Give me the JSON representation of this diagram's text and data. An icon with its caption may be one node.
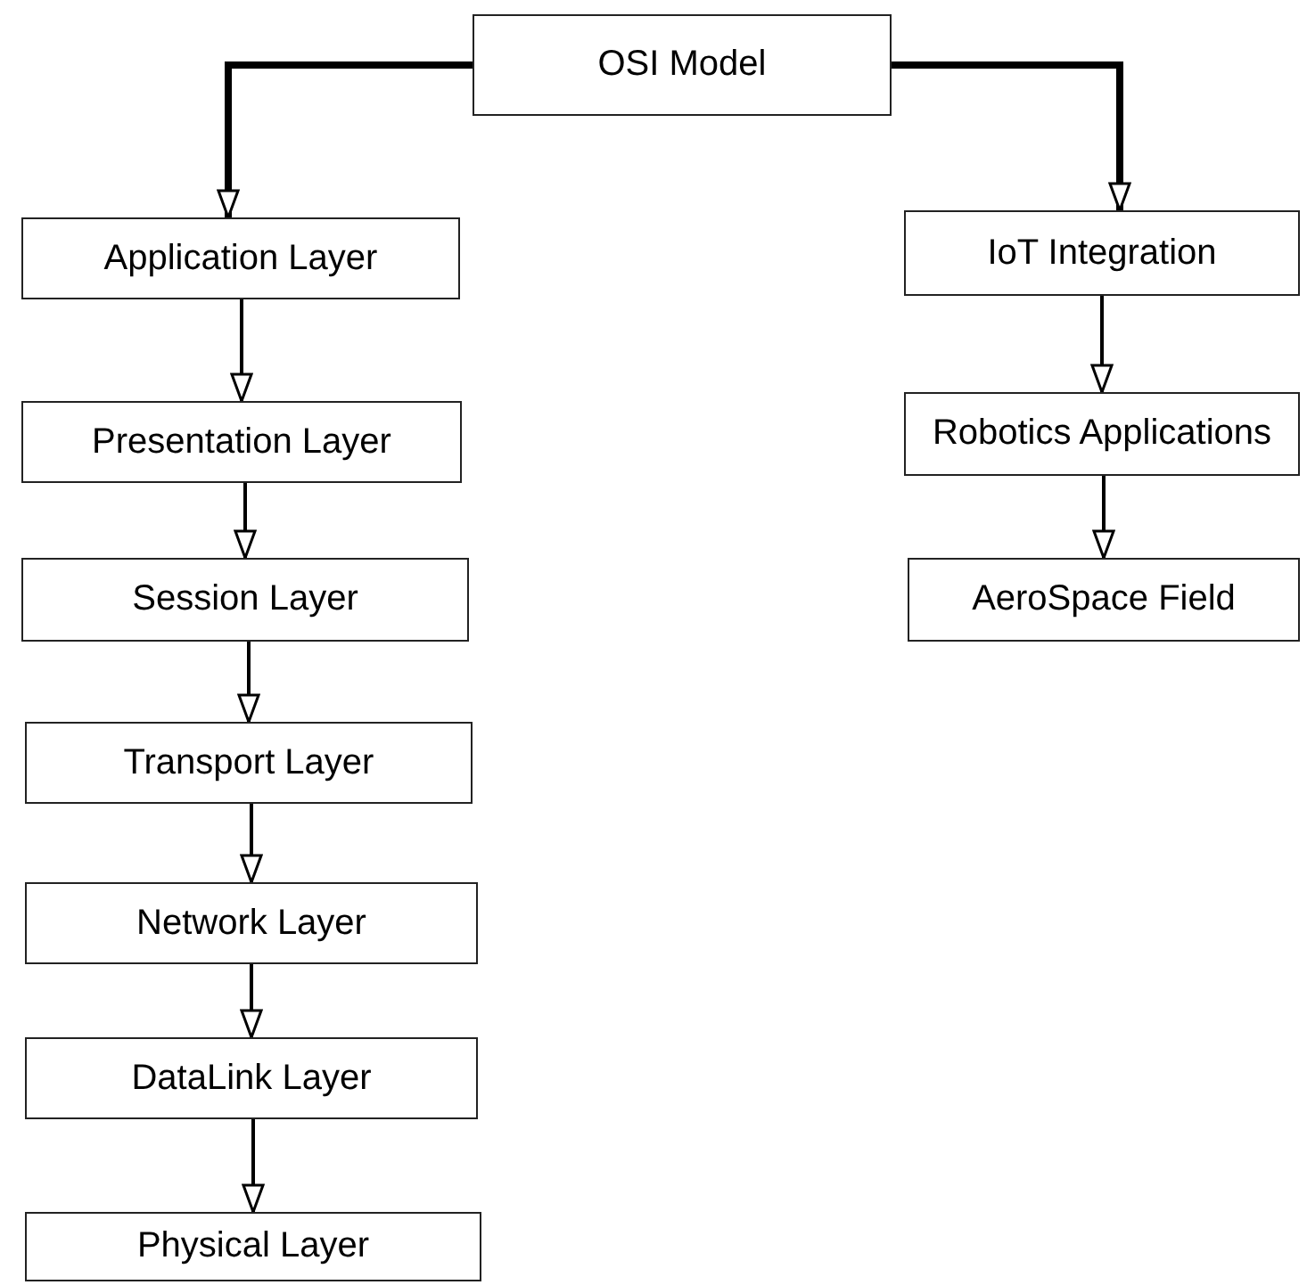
{
  "diagram": {
    "nodes": [
      {
        "text": [
          "OSI Model"
        ]
      },
      {
        "text": [
          "Application Layer"
        ]
      },
      {
        "text": [
          "Presentation Layer"
        ]
      },
      {
        "text": [
          "Session Layer"
        ]
      },
      {
        "text": [
          "Transport Layer"
        ]
      },
      {
        "text": [
          "Network Layer"
        ]
      },
      {
        "text": [
          "DataLink Layer"
        ]
      },
      {
        "text": [
          "Physical Layer"
        ]
      },
      {
        "text": [
          "IoT Integration"
        ]
      },
      {
        "text": [
          "Robotics Applications"
        ]
      },
      {
        "text": [
          "AeroSpace Field"
        ]
      }
    ],
    "edges": [
      {
        "from": 0,
        "to": 1,
        "arrow": "to",
        "style": "thick"
      },
      {
        "from": 0,
        "to": 8,
        "arrow": "to",
        "style": "thick"
      },
      {
        "from": 1,
        "to": 2,
        "arrow": "to"
      },
      {
        "from": 2,
        "to": 3,
        "arrow": "to"
      },
      {
        "from": 3,
        "to": 4,
        "arrow": "to"
      },
      {
        "from": 4,
        "to": 5,
        "arrow": "to"
      },
      {
        "from": 5,
        "to": 6,
        "arrow": "to"
      },
      {
        "from": 6,
        "to": 7,
        "arrow": "to"
      },
      {
        "from": 8,
        "to": 9,
        "arrow": "to"
      },
      {
        "from": 9,
        "to": 10,
        "arrow": "to"
      }
    ]
  }
}
